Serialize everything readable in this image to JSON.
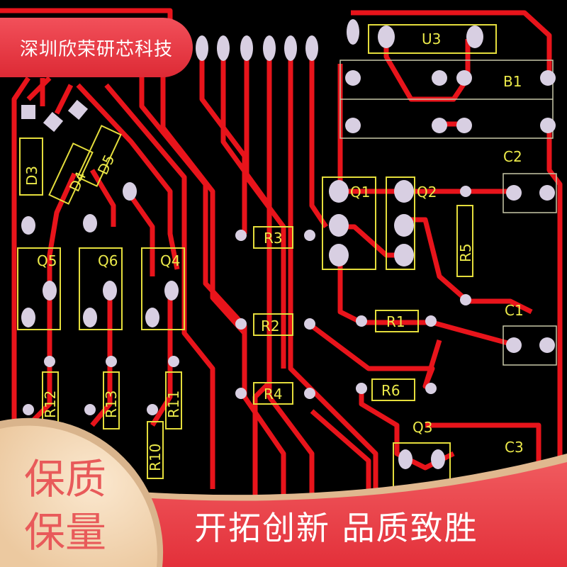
{
  "company_banner": "深圳欣荣研芯科技",
  "badge": {
    "line1": "保质",
    "line2": "保量"
  },
  "slogan": "开拓创新  品质致胜",
  "pcb_labels": {
    "u3": "U3",
    "b1": "B1",
    "c2": "C2",
    "q1": "Q1",
    "q2": "Q2",
    "r5": "R5",
    "c1": "C1",
    "r1": "R1",
    "r6": "R6",
    "q3": "Q3",
    "c3": "C3",
    "r3": "R3",
    "r2": "R2",
    "r4": "R4",
    "q5": "Q5",
    "q6": "Q6",
    "q4": "Q4",
    "d3": "D3",
    "d4": "D4",
    "d5": "D5",
    "r12": "R12",
    "r13": "R13",
    "r11": "R11",
    "r10": "R10"
  },
  "colors": {
    "trace": "#e8141b",
    "pad": "#d8cfe2",
    "silkscreen": "#e4dd3c",
    "banner": "#e8343e",
    "badge_text": "#e85a5a"
  }
}
